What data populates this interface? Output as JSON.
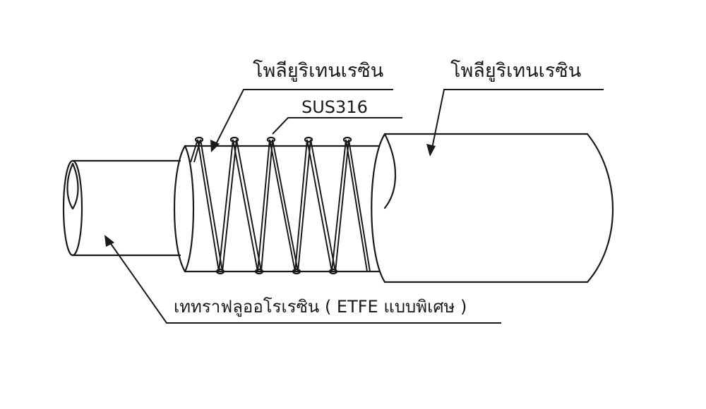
{
  "labels": {
    "inner_cover": "โพลียูริเทนเรซิน",
    "reinforcement_wire": "SUS316",
    "outer_cover": "โพลียูริเทนเรซิน",
    "inner_tube": "เททราฟลูออโรเรซิน ( ETFE แบบพิเศษ )"
  },
  "colors": {
    "ink": "#1a1a1a",
    "background": "#ffffff"
  }
}
